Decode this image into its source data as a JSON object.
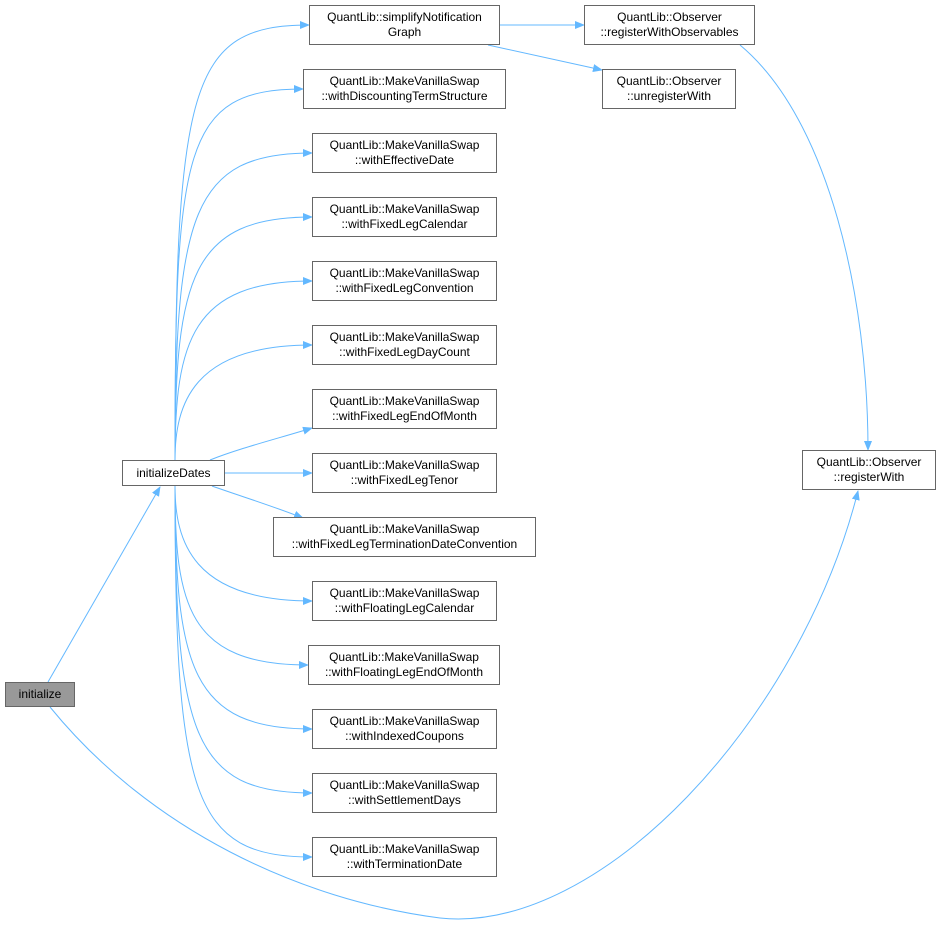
{
  "title": "Call graph of initialize",
  "colors": {
    "edge": "#63b8ff",
    "current_node_fill": "#999999",
    "node_border": "#666666"
  },
  "nodes": {
    "initialize": {
      "line1": "initialize",
      "line2": ""
    },
    "initializeDates": {
      "line1": "initializeDates",
      "line2": ""
    },
    "simplifyNotificationGraph": {
      "line1": "QuantLib::simplifyNotification",
      "line2": "Graph"
    },
    "withDiscountingTermStructure": {
      "line1": "QuantLib::MakeVanillaSwap",
      "line2": "::withDiscountingTermStructure"
    },
    "withEffectiveDate": {
      "line1": "QuantLib::MakeVanillaSwap",
      "line2": "::withEffectiveDate"
    },
    "withFixedLegCalendar": {
      "line1": "QuantLib::MakeVanillaSwap",
      "line2": "::withFixedLegCalendar"
    },
    "withFixedLegConvention": {
      "line1": "QuantLib::MakeVanillaSwap",
      "line2": "::withFixedLegConvention"
    },
    "withFixedLegDayCount": {
      "line1": "QuantLib::MakeVanillaSwap",
      "line2": "::withFixedLegDayCount"
    },
    "withFixedLegEndOfMonth": {
      "line1": "QuantLib::MakeVanillaSwap",
      "line2": "::withFixedLegEndOfMonth"
    },
    "withFixedLegTenor": {
      "line1": "QuantLib::MakeVanillaSwap",
      "line2": "::withFixedLegTenor"
    },
    "withFixedLegTerminationDateConvention": {
      "line1": "QuantLib::MakeVanillaSwap",
      "line2": "::withFixedLegTerminationDateConvention"
    },
    "withFloatingLegCalendar": {
      "line1": "QuantLib::MakeVanillaSwap",
      "line2": "::withFloatingLegCalendar"
    },
    "withFloatingLegEndOfMonth": {
      "line1": "QuantLib::MakeVanillaSwap",
      "line2": "::withFloatingLegEndOfMonth"
    },
    "withIndexedCoupons": {
      "line1": "QuantLib::MakeVanillaSwap",
      "line2": "::withIndexedCoupons"
    },
    "withSettlementDays": {
      "line1": "QuantLib::MakeVanillaSwap",
      "line2": "::withSettlementDays"
    },
    "withTerminationDate": {
      "line1": "QuantLib::MakeVanillaSwap",
      "line2": "::withTerminationDate"
    },
    "registerWithObservables": {
      "line1": "QuantLib::Observer",
      "line2": "::registerWithObservables"
    },
    "unregisterWith": {
      "line1": "QuantLib::Observer",
      "line2": "::unregisterWith"
    },
    "registerWith": {
      "line1": "QuantLib::Observer",
      "line2": "::registerWith"
    }
  },
  "edges": [
    [
      "initialize",
      "initializeDates"
    ],
    [
      "initialize",
      "registerWith"
    ],
    [
      "initializeDates",
      "simplifyNotificationGraph"
    ],
    [
      "initializeDates",
      "withDiscountingTermStructure"
    ],
    [
      "initializeDates",
      "withEffectiveDate"
    ],
    [
      "initializeDates",
      "withFixedLegCalendar"
    ],
    [
      "initializeDates",
      "withFixedLegConvention"
    ],
    [
      "initializeDates",
      "withFixedLegDayCount"
    ],
    [
      "initializeDates",
      "withFixedLegEndOfMonth"
    ],
    [
      "initializeDates",
      "withFixedLegTenor"
    ],
    [
      "initializeDates",
      "withFixedLegTerminationDateConvention"
    ],
    [
      "initializeDates",
      "withFloatingLegCalendar"
    ],
    [
      "initializeDates",
      "withFloatingLegEndOfMonth"
    ],
    [
      "initializeDates",
      "withIndexedCoupons"
    ],
    [
      "initializeDates",
      "withSettlementDays"
    ],
    [
      "initializeDates",
      "withTerminationDate"
    ],
    [
      "simplifyNotificationGraph",
      "registerWithObservables"
    ],
    [
      "simplifyNotificationGraph",
      "unregisterWith"
    ],
    [
      "registerWithObservables",
      "registerWith"
    ]
  ]
}
